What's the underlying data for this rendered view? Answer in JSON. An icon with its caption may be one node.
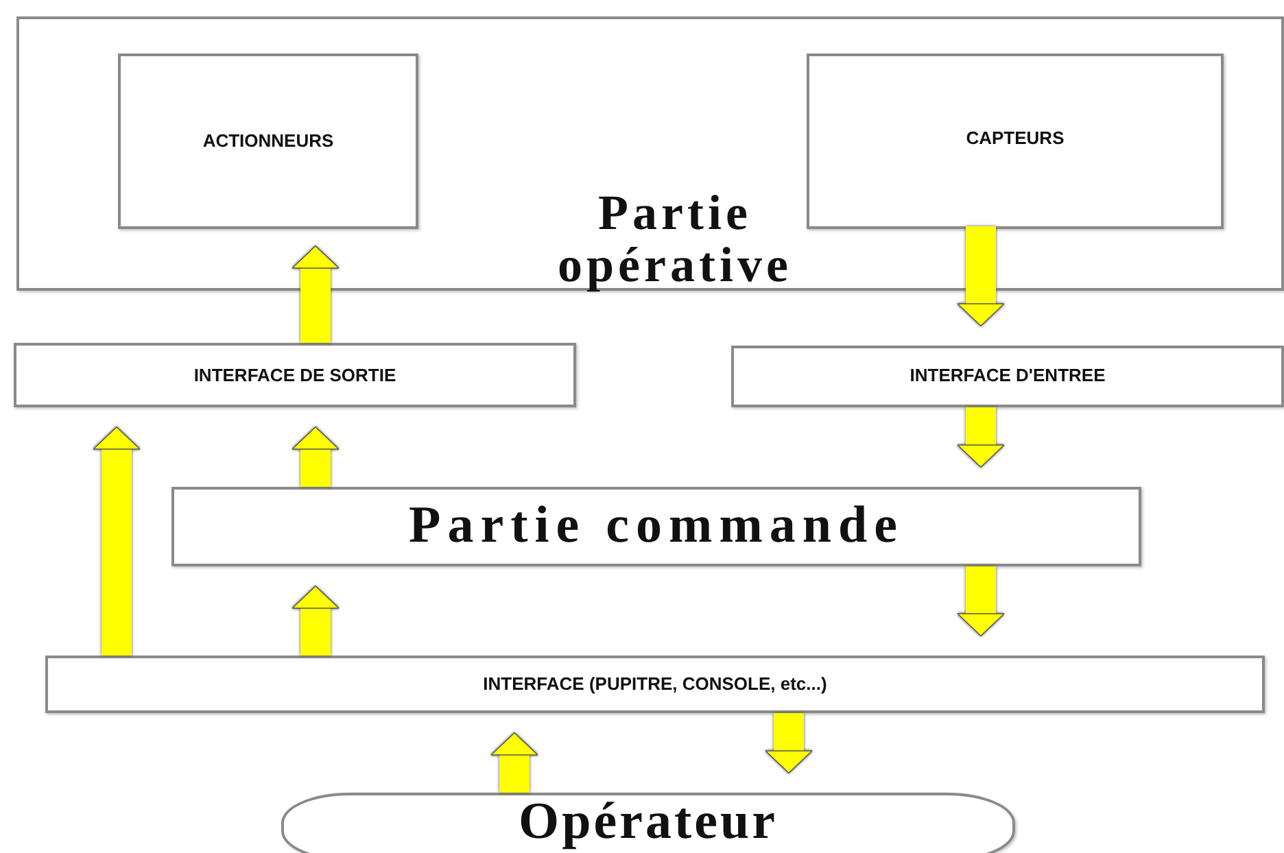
{
  "diagram": {
    "nodes": [
      {
        "text": [
          "Partie opérative"
        ]
      },
      {
        "text": [
          "ACTIONNEURS"
        ],
        "in": 0
      },
      {
        "text": [
          "CAPTEURS"
        ],
        "in": 0
      },
      {
        "text": [
          "INTERFACE DE SORTIE"
        ]
      },
      {
        "text": [
          "INTERFACE D'ENTREE"
        ]
      },
      {
        "text": [
          "Partie commande"
        ]
      },
      {
        "text": [
          "INTERFACE (PUPITRE, CONSOLE, etc...)"
        ]
      },
      {
        "text": [
          "Opérateur"
        ]
      }
    ],
    "edges": [
      {
        "from": 3,
        "to": 1,
        "arrow": "to"
      },
      {
        "from": 2,
        "to": 4,
        "arrow": "to"
      },
      {
        "from": 4,
        "to": 5,
        "arrow": "to"
      },
      {
        "from": 5,
        "to": 6,
        "arrow": "to"
      },
      {
        "from": 6,
        "to": 5,
        "arrow": "to"
      },
      {
        "from": 5,
        "to": 3,
        "arrow": "to"
      },
      {
        "from": 6,
        "to": 3,
        "arrow": "to"
      },
      {
        "from": 7,
        "to": 6,
        "arrow": "to"
      },
      {
        "from": 6,
        "to": 7,
        "arrow": "to"
      }
    ]
  }
}
